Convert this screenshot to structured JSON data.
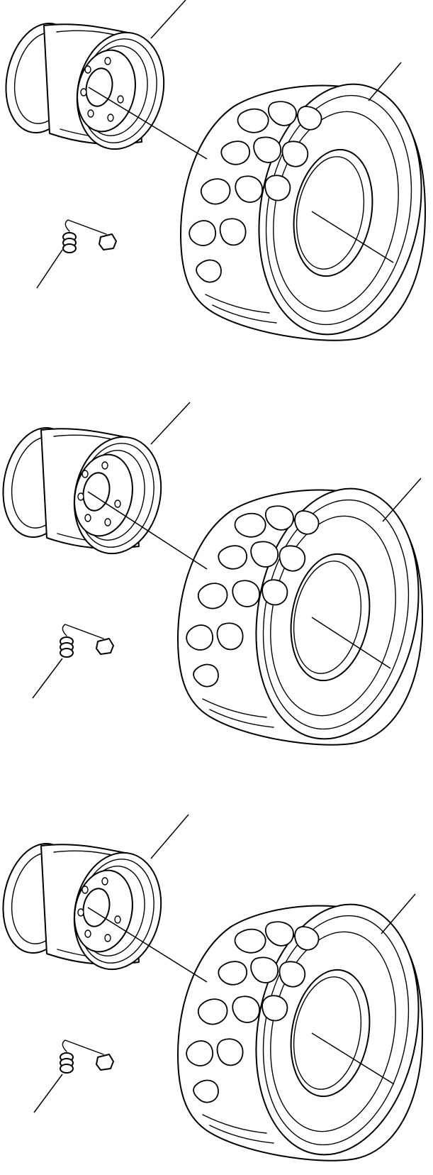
{
  "diagram": {
    "kind": "exploded wheel assembly drawing",
    "colors": {
      "line": "#000000",
      "background": "#ffffff"
    },
    "assemblies": [
      {
        "components": [
          "rim",
          "tire",
          "valve"
        ]
      },
      {
        "components": [
          "rim",
          "tire",
          "valve"
        ]
      },
      {
        "components": [
          "rim",
          "tire",
          "valve"
        ]
      }
    ]
  }
}
